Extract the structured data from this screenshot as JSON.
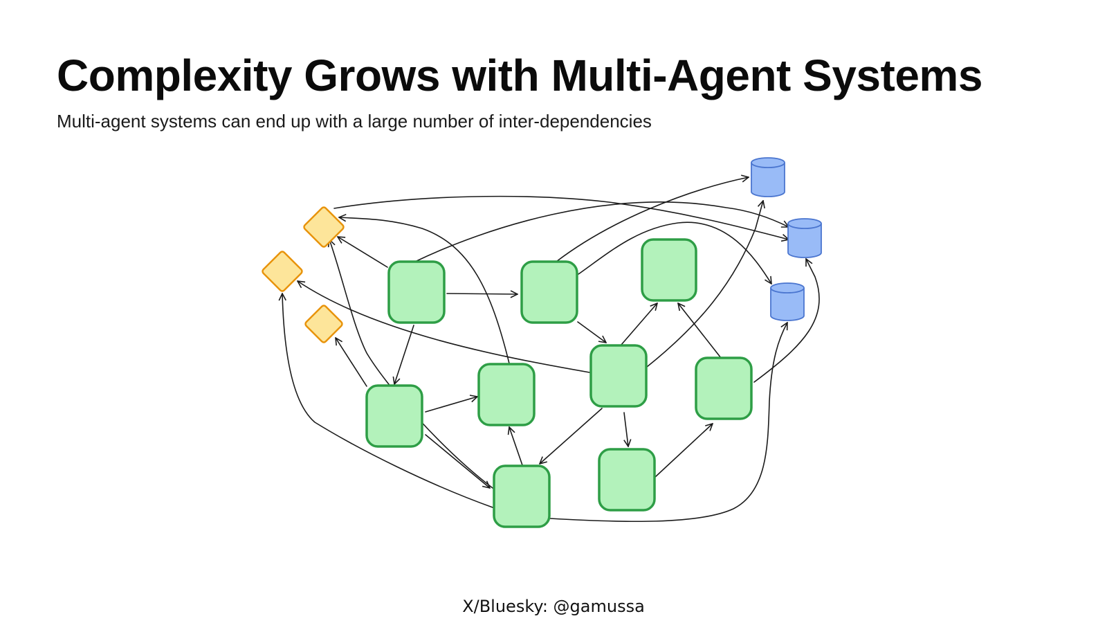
{
  "slide": {
    "title": "Complexity Grows with Multi-Agent Systems",
    "subtitle": "Multi-agent systems can end up with a large number of inter-dependencies",
    "footer": "X/Bluesky: @gamussa"
  },
  "colors": {
    "agent_fill": "#b3f2bb",
    "agent_stroke": "#2e9e46",
    "tool_fill": "#fde59a",
    "tool_stroke": "#e8930b",
    "db_fill": "#99bbf7",
    "db_stroke": "#4a75cf",
    "edge": "#1a1a1a"
  },
  "diagram": {
    "nodes": [
      {
        "id": "t1",
        "type": "tool-diamond",
        "name": "tool-diamond-1"
      },
      {
        "id": "t2",
        "type": "tool-diamond",
        "name": "tool-diamond-2"
      },
      {
        "id": "t3",
        "type": "tool-diamond",
        "name": "tool-diamond-3"
      },
      {
        "id": "a1",
        "type": "agent-node",
        "name": "agent-node-1"
      },
      {
        "id": "a2",
        "type": "agent-node",
        "name": "agent-node-2"
      },
      {
        "id": "a3",
        "type": "agent-node",
        "name": "agent-node-3"
      },
      {
        "id": "a4",
        "type": "agent-node",
        "name": "agent-node-4"
      },
      {
        "id": "a5",
        "type": "agent-node",
        "name": "agent-node-5"
      },
      {
        "id": "a6",
        "type": "agent-node",
        "name": "agent-node-6"
      },
      {
        "id": "a7",
        "type": "agent-node",
        "name": "agent-node-7"
      },
      {
        "id": "a8",
        "type": "agent-node",
        "name": "agent-node-8"
      },
      {
        "id": "a9",
        "type": "agent-node",
        "name": "agent-node-9"
      },
      {
        "id": "a10",
        "type": "agent-node",
        "name": "agent-node-10"
      },
      {
        "id": "d1",
        "type": "database-cylinder",
        "name": "database-1"
      },
      {
        "id": "d2",
        "type": "database-cylinder",
        "name": "database-2"
      },
      {
        "id": "d3",
        "type": "database-cylinder",
        "name": "database-3"
      }
    ],
    "edges": [
      {
        "from": "a1",
        "to": "t1"
      },
      {
        "from": "a1",
        "to": "a2"
      },
      {
        "from": "a1",
        "to": "a5"
      },
      {
        "from": "a1",
        "to": "d2"
      },
      {
        "from": "a2",
        "to": "a4"
      },
      {
        "from": "a2",
        "to": "d1"
      },
      {
        "from": "a2",
        "to": "d3"
      },
      {
        "from": "a4",
        "to": "a3"
      },
      {
        "from": "a4",
        "to": "t2"
      },
      {
        "from": "a4",
        "to": "d1"
      },
      {
        "from": "a4",
        "to": "a8"
      },
      {
        "from": "a4",
        "to": "a9"
      },
      {
        "from": "a5",
        "to": "t3"
      },
      {
        "from": "a5",
        "to": "a6"
      },
      {
        "from": "a5",
        "to": "a8"
      },
      {
        "from": "a6",
        "to": "t1"
      },
      {
        "from": "a8",
        "to": "a6"
      },
      {
        "from": "a8",
        "to": "t1"
      },
      {
        "from": "a8",
        "to": "t2"
      },
      {
        "from": "a8",
        "to": "d3"
      },
      {
        "from": "a9",
        "to": "a10"
      },
      {
        "from": "a10",
        "to": "a3"
      },
      {
        "from": "a10",
        "to": "d2"
      },
      {
        "from": "t1",
        "to": "d2"
      }
    ]
  }
}
